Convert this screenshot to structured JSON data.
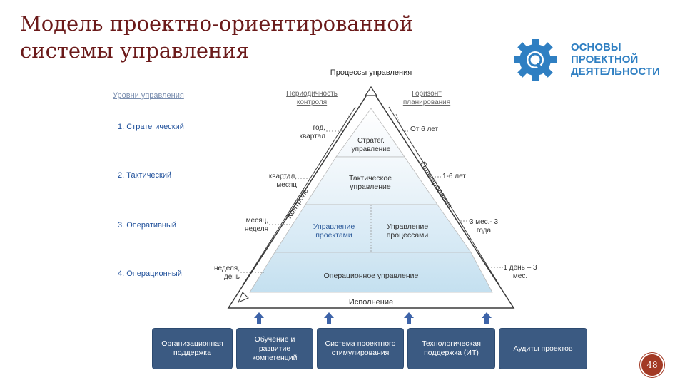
{
  "slide": {
    "title": "Модель проектно-ориентированной системы управления",
    "page_number": "48"
  },
  "logo": {
    "line1": "ОСНОВЫ",
    "line2": "ПРОЕКТНОЙ",
    "line3": "ДЕЯТЕЛЬНОСТИ",
    "icon": "gear-magnifier-icon",
    "color": "#2f7fc2"
  },
  "diagram": {
    "title": "Процессы управления",
    "levels_header": "Уровни управления",
    "levels": [
      "1. Стратегический",
      "2. Тактический",
      "3. Оперативный",
      "4. Операционный"
    ],
    "control_header": "Периодичность контроля",
    "control_periods": [
      "год, квартал",
      "квартал, месяц",
      "месяц, неделя",
      "неделя, день"
    ],
    "planning_header": "Горизонт планирования",
    "planning_horizons": [
      "От 6 лет",
      "1-6 лет",
      "3 мес.- 3 года",
      "1 день – 3 мес."
    ],
    "pyramid": {
      "strategic": "Стратег. управление",
      "tactical": "Тактическое управление",
      "projects": "Управление проектами",
      "processes": "Управление процессами",
      "operational": "Операционное управление"
    },
    "side_left": "Контроль",
    "side_right": "Планирование",
    "base": "Исполнение"
  },
  "support_boxes": [
    "Организационная поддержка",
    "Обучение и развитие компетенций",
    "Система проектного стимулирования",
    "Технологическая поддержка (ИТ)",
    "Аудиты проектов"
  ],
  "colors": {
    "title": "#6b1a1a",
    "box": "#3b5a82",
    "arrow": "#3d63a8",
    "badge": "#a33a25"
  }
}
